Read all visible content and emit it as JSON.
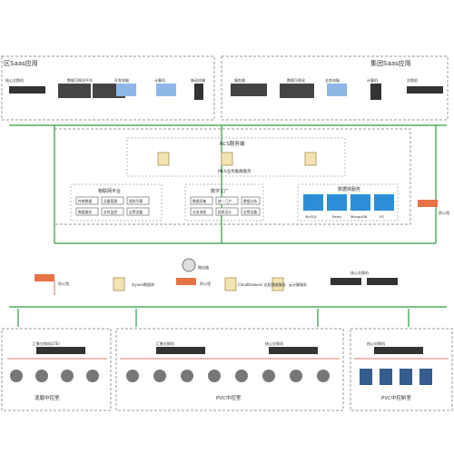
{
  "diagram": {
    "panels": {
      "left_title": "区Saas应用",
      "right_title": "集团Saas应用",
      "cloud_title": "RCS服务端",
      "cloud_sub": "MES业务集群服务",
      "iot_title": "物联网平台",
      "data_title": "数字工厂",
      "db_title": "数据库服务",
      "bottom_left_title": "混磨中控室",
      "bottom_mid_title": "PVC中控室",
      "bottom_right_title": "PVC中控制室"
    },
    "top_left_devices": [
      "核心交换机",
      "数据可视化平台",
      "开发电脑",
      "计算机",
      "移动终端"
    ],
    "top_right_devices": [
      "服务器",
      "数据可视化",
      "业务电脑",
      "计算机",
      "交换机"
    ],
    "iot_items": [
      "传感数据",
      "设备管理",
      "规则引擎",
      "数据服务",
      "实时监控",
      "告警设备"
    ],
    "data_items": [
      "数据采集",
      "统一门户",
      "数据分析",
      "业务流程",
      "报表设计",
      "告警设备"
    ],
    "db_items": [
      "MySQL",
      "Redis",
      "MongoDB",
      "ES"
    ],
    "middle_nodes": [
      "防火墙",
      "ziyuan数据库",
      "路由器",
      "防火墙",
      "Cloudbrowser 远程通道服务",
      "云计算服务",
      "核心交换机"
    ],
    "right_firewall": "防火墙",
    "bottom_left_switch": "汇聚交换机(LTE)",
    "bottom_mid_switch1": "汇聚交换机",
    "bottom_mid_switch2": "核心交换机",
    "bottom_right_switch": "核心交换机"
  }
}
